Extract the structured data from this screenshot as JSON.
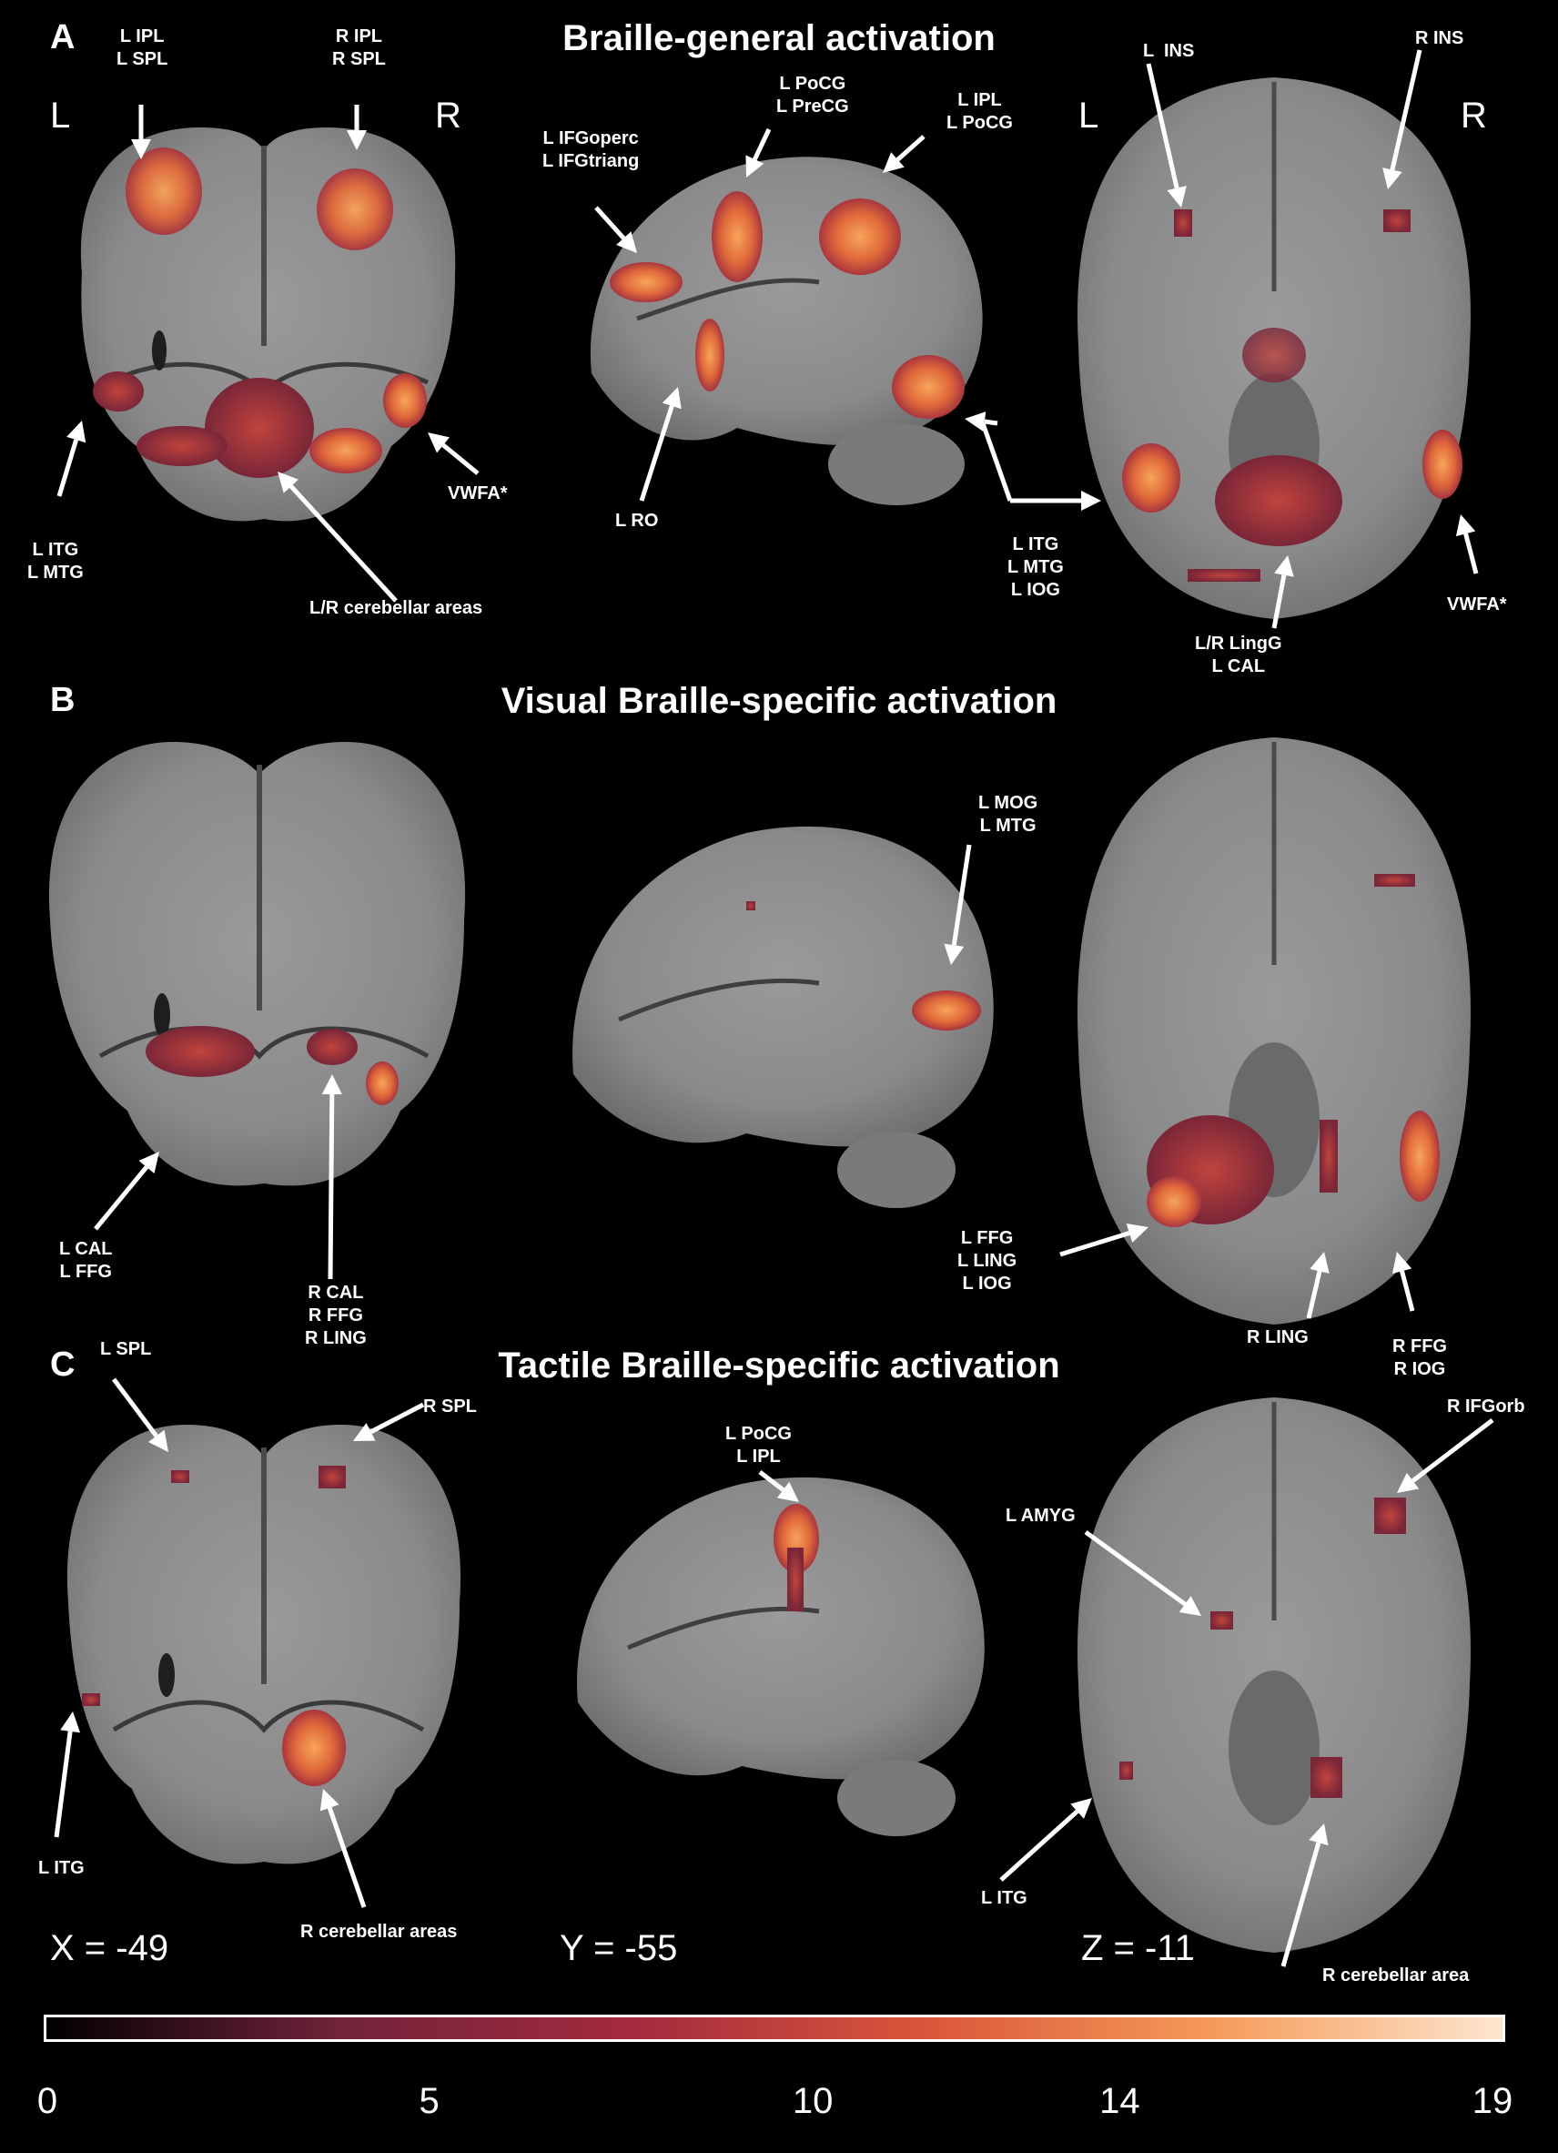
{
  "panels": [
    {
      "letter": "A",
      "title": "Braille-general activation"
    },
    {
      "letter": "B",
      "title": "Visual Braille-specific activation"
    },
    {
      "letter": "C",
      "title": "Tactile Braille-specific activation"
    }
  ],
  "side_labels": {
    "left": "L",
    "right": "R"
  },
  "labels_A": {
    "l_ipl_spl": "L IPL\nL SPL",
    "r_ipl_spl": "R IPL\nR SPL",
    "l_ifg": "L IFGoperc\nL IFGtriang",
    "l_pocg_precg": "L PoCG\nL PreCG",
    "l_ipl_pocg": "L IPL\nL PoCG",
    "l_ins": "L  INS",
    "r_ins": "R INS",
    "l_itg_mtg": "L ITG\nL MTG",
    "cerebellar": "L/R cerebellar areas",
    "vwfa_coronal": "VWFA*",
    "l_ro": "L RO",
    "l_itg_mtg_iog": "L ITG\nL MTG\nL IOG",
    "lingg_cal": "L/R LingG\nL CAL",
    "vwfa_axial": "VWFA*"
  },
  "labels_B": {
    "l_mog_mtg": "L MOG\nL MTG",
    "l_cal_ffg": "L CAL\nL FFG",
    "r_cal_ffg_ling": "R CAL\nR FFG\nR LING",
    "l_ffg_ling_iog": "L FFG\nL LING\nL IOG",
    "r_ling": "R LING",
    "r_ffg_iog": "R FFG\nR IOG"
  },
  "labels_C": {
    "l_spl": "L SPL",
    "r_spl": "R SPL",
    "l_pocg_ipl": "L PoCG\nL IPL",
    "r_ifgorb": "R IFGorb",
    "l_amyg": "L AMYG",
    "l_itg_coronal": "L ITG",
    "r_cerebellar_areas": "R cerebellar areas",
    "l_itg_axial": "L ITG",
    "r_cerebellar_area": "R cerebellar area"
  },
  "coordinates": {
    "x": "X = -49",
    "y": "Y = -55",
    "z": "Z = -11"
  },
  "colorbar": {
    "ticks": [
      "0",
      "5",
      "10",
      "14",
      "19"
    ],
    "tick_values": [
      0,
      5,
      10,
      14,
      19
    ],
    "min": 0,
    "max": 19,
    "colors": [
      "#000000",
      "#70233a",
      "#a32a3e",
      "#d9553a",
      "#f59a58",
      "#fde6cf"
    ]
  },
  "brain_colors": {
    "background": "#000000",
    "brain": "#8a8a8a",
    "brain_dark": "#5c5c5c",
    "activation_low": "#8c2a3c",
    "activation_high": "#f0913f"
  }
}
